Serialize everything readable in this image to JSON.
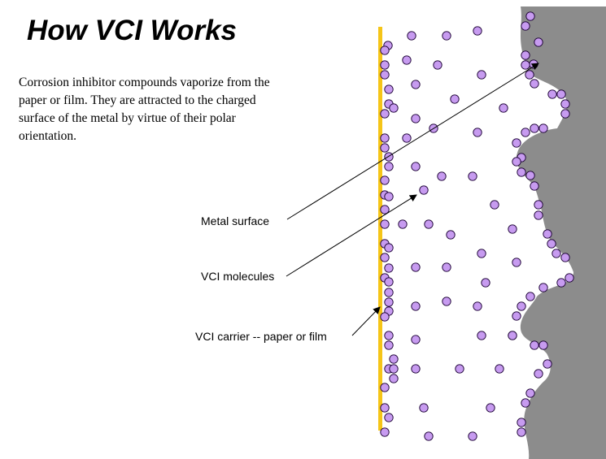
{
  "title": "How VCI Works",
  "description_lines": [
    "Corrosion inhibitor compounds vaporize from the",
    "paper or film.  They are attracted to the charged",
    "surface of the metal by virtue of their polar",
    "orientation."
  ],
  "labels": {
    "metal_surface": "Metal surface",
    "vci_molecules": "VCI molecules",
    "carrier": "VCI carrier -- paper or film"
  },
  "colors": {
    "molecule_fill": "#c79bf0",
    "molecule_stroke": "#1a0033",
    "carrier": "#f5c518",
    "metal": "#8c8c8c",
    "text": "#000000"
  }
}
